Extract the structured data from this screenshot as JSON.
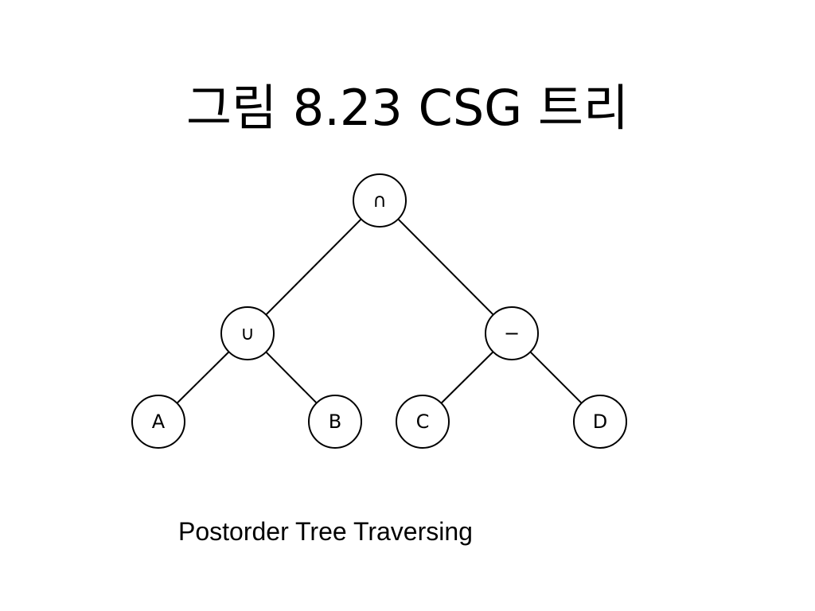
{
  "title": "그림 8.23 CSG 트리",
  "caption": "Postorder Tree Traversing",
  "tree": {
    "nodes": [
      {
        "id": "root",
        "label": "∩"
      },
      {
        "id": "union",
        "label": "∪"
      },
      {
        "id": "difference",
        "label": "−"
      },
      {
        "id": "a",
        "label": "A"
      },
      {
        "id": "b",
        "label": "B"
      },
      {
        "id": "c",
        "label": "C"
      },
      {
        "id": "d",
        "label": "D"
      }
    ],
    "edges": [
      [
        "root",
        "union"
      ],
      [
        "root",
        "difference"
      ],
      [
        "union",
        "a"
      ],
      [
        "union",
        "b"
      ],
      [
        "difference",
        "c"
      ],
      [
        "difference",
        "d"
      ]
    ]
  }
}
